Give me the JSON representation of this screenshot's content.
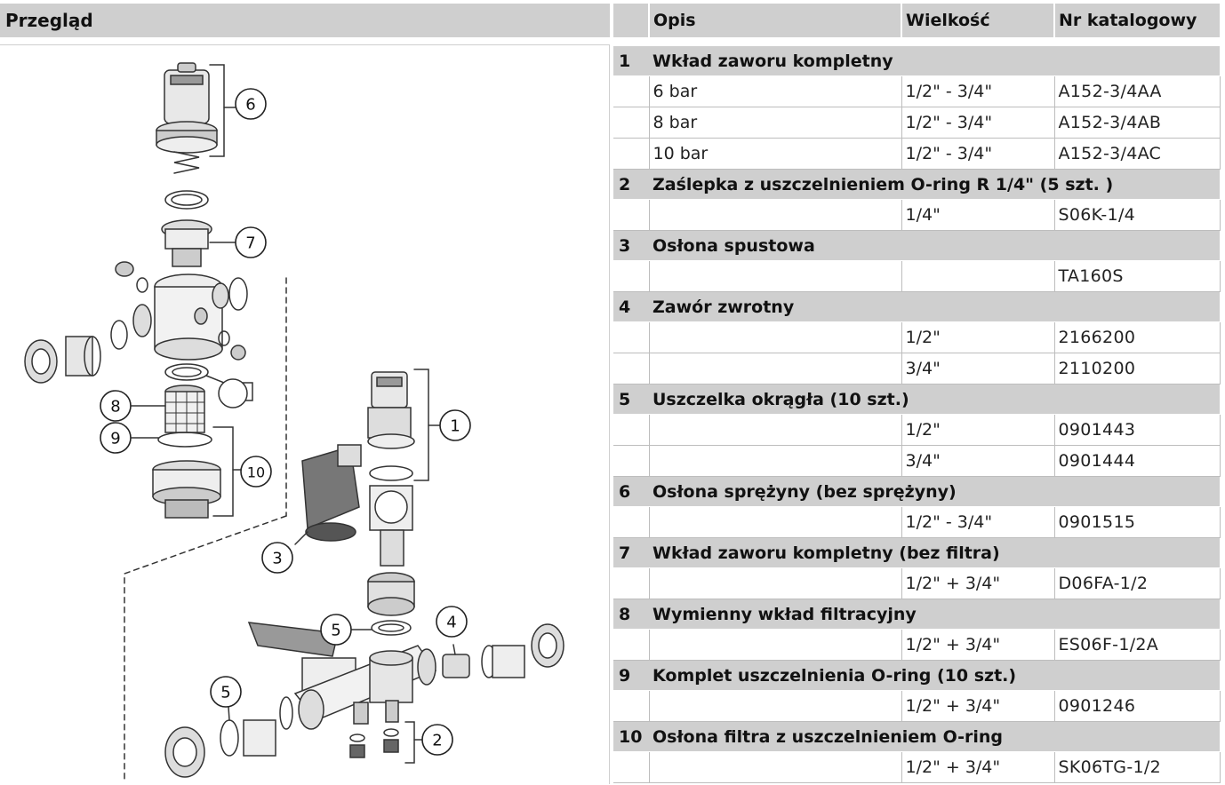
{
  "overview": {
    "title": "Przegląd"
  },
  "callouts": [
    "1",
    "2",
    "3",
    "4",
    "5",
    "5",
    "6",
    "7",
    "8",
    "9",
    "10"
  ],
  "table": {
    "headers": {
      "num": "",
      "desc": "Opis",
      "size": "Wielkość",
      "catalog": "Nr katalogowy"
    },
    "groups": [
      {
        "num": "1",
        "title": "Wkład zaworu kompletny",
        "rows": [
          {
            "desc": "6 bar",
            "size": "1/2\" - 3/4\"",
            "catalog": "A152-3/4AA"
          },
          {
            "desc": "8 bar",
            "size": "1/2\" - 3/4\"",
            "catalog": "A152-3/4AB"
          },
          {
            "desc": "10 bar",
            "size": "1/2\" - 3/4\"",
            "catalog": "A152-3/4AC"
          }
        ]
      },
      {
        "num": "2",
        "title": "Zaślepka z uszczelnieniem O-ring R 1/4\" (5 szt. )",
        "rows": [
          {
            "desc": "",
            "size": "1/4\"",
            "catalog": "S06K-1/4"
          }
        ]
      },
      {
        "num": "3",
        "title": "Osłona spustowa",
        "rows": [
          {
            "desc": "",
            "size": "",
            "catalog": "TA160S"
          }
        ]
      },
      {
        "num": "4",
        "title": "Zawór zwrotny",
        "rows": [
          {
            "desc": "",
            "size": "1/2\"",
            "catalog": "2166200"
          },
          {
            "desc": "",
            "size": "3/4\"",
            "catalog": "2110200"
          }
        ]
      },
      {
        "num": "5",
        "title": "Uszczelka okrągła (10 szt.)",
        "rows": [
          {
            "desc": "",
            "size": "1/2\"",
            "catalog": "0901443"
          },
          {
            "desc": "",
            "size": "3/4\"",
            "catalog": "0901444"
          }
        ]
      },
      {
        "num": "6",
        "title": "Osłona sprężyny (bez sprężyny)",
        "rows": [
          {
            "desc": "",
            "size": "1/2\" - 3/4\"",
            "catalog": "0901515"
          }
        ]
      },
      {
        "num": "7",
        "title": "Wkład zaworu kompletny (bez filtra)",
        "rows": [
          {
            "desc": "",
            "size": "1/2\" + 3/4\"",
            "catalog": "D06FA-1/2"
          }
        ]
      },
      {
        "num": "8",
        "title": "Wymienny wkład filtracyjny",
        "rows": [
          {
            "desc": "",
            "size": "1/2\" + 3/4\"",
            "catalog": "ES06F-1/2A"
          }
        ]
      },
      {
        "num": "9",
        "title": "Komplet uszczelnienia O-ring (10 szt.)",
        "rows": [
          {
            "desc": "",
            "size": "1/2\" + 3/4\"",
            "catalog": "0901246"
          }
        ]
      },
      {
        "num": "10",
        "title": "Osłona filtra z uszczelnieniem O-ring",
        "rows": [
          {
            "desc": "",
            "size": "1/2\" + 3/4\"",
            "catalog": "SK06TG-1/2"
          }
        ]
      }
    ]
  }
}
